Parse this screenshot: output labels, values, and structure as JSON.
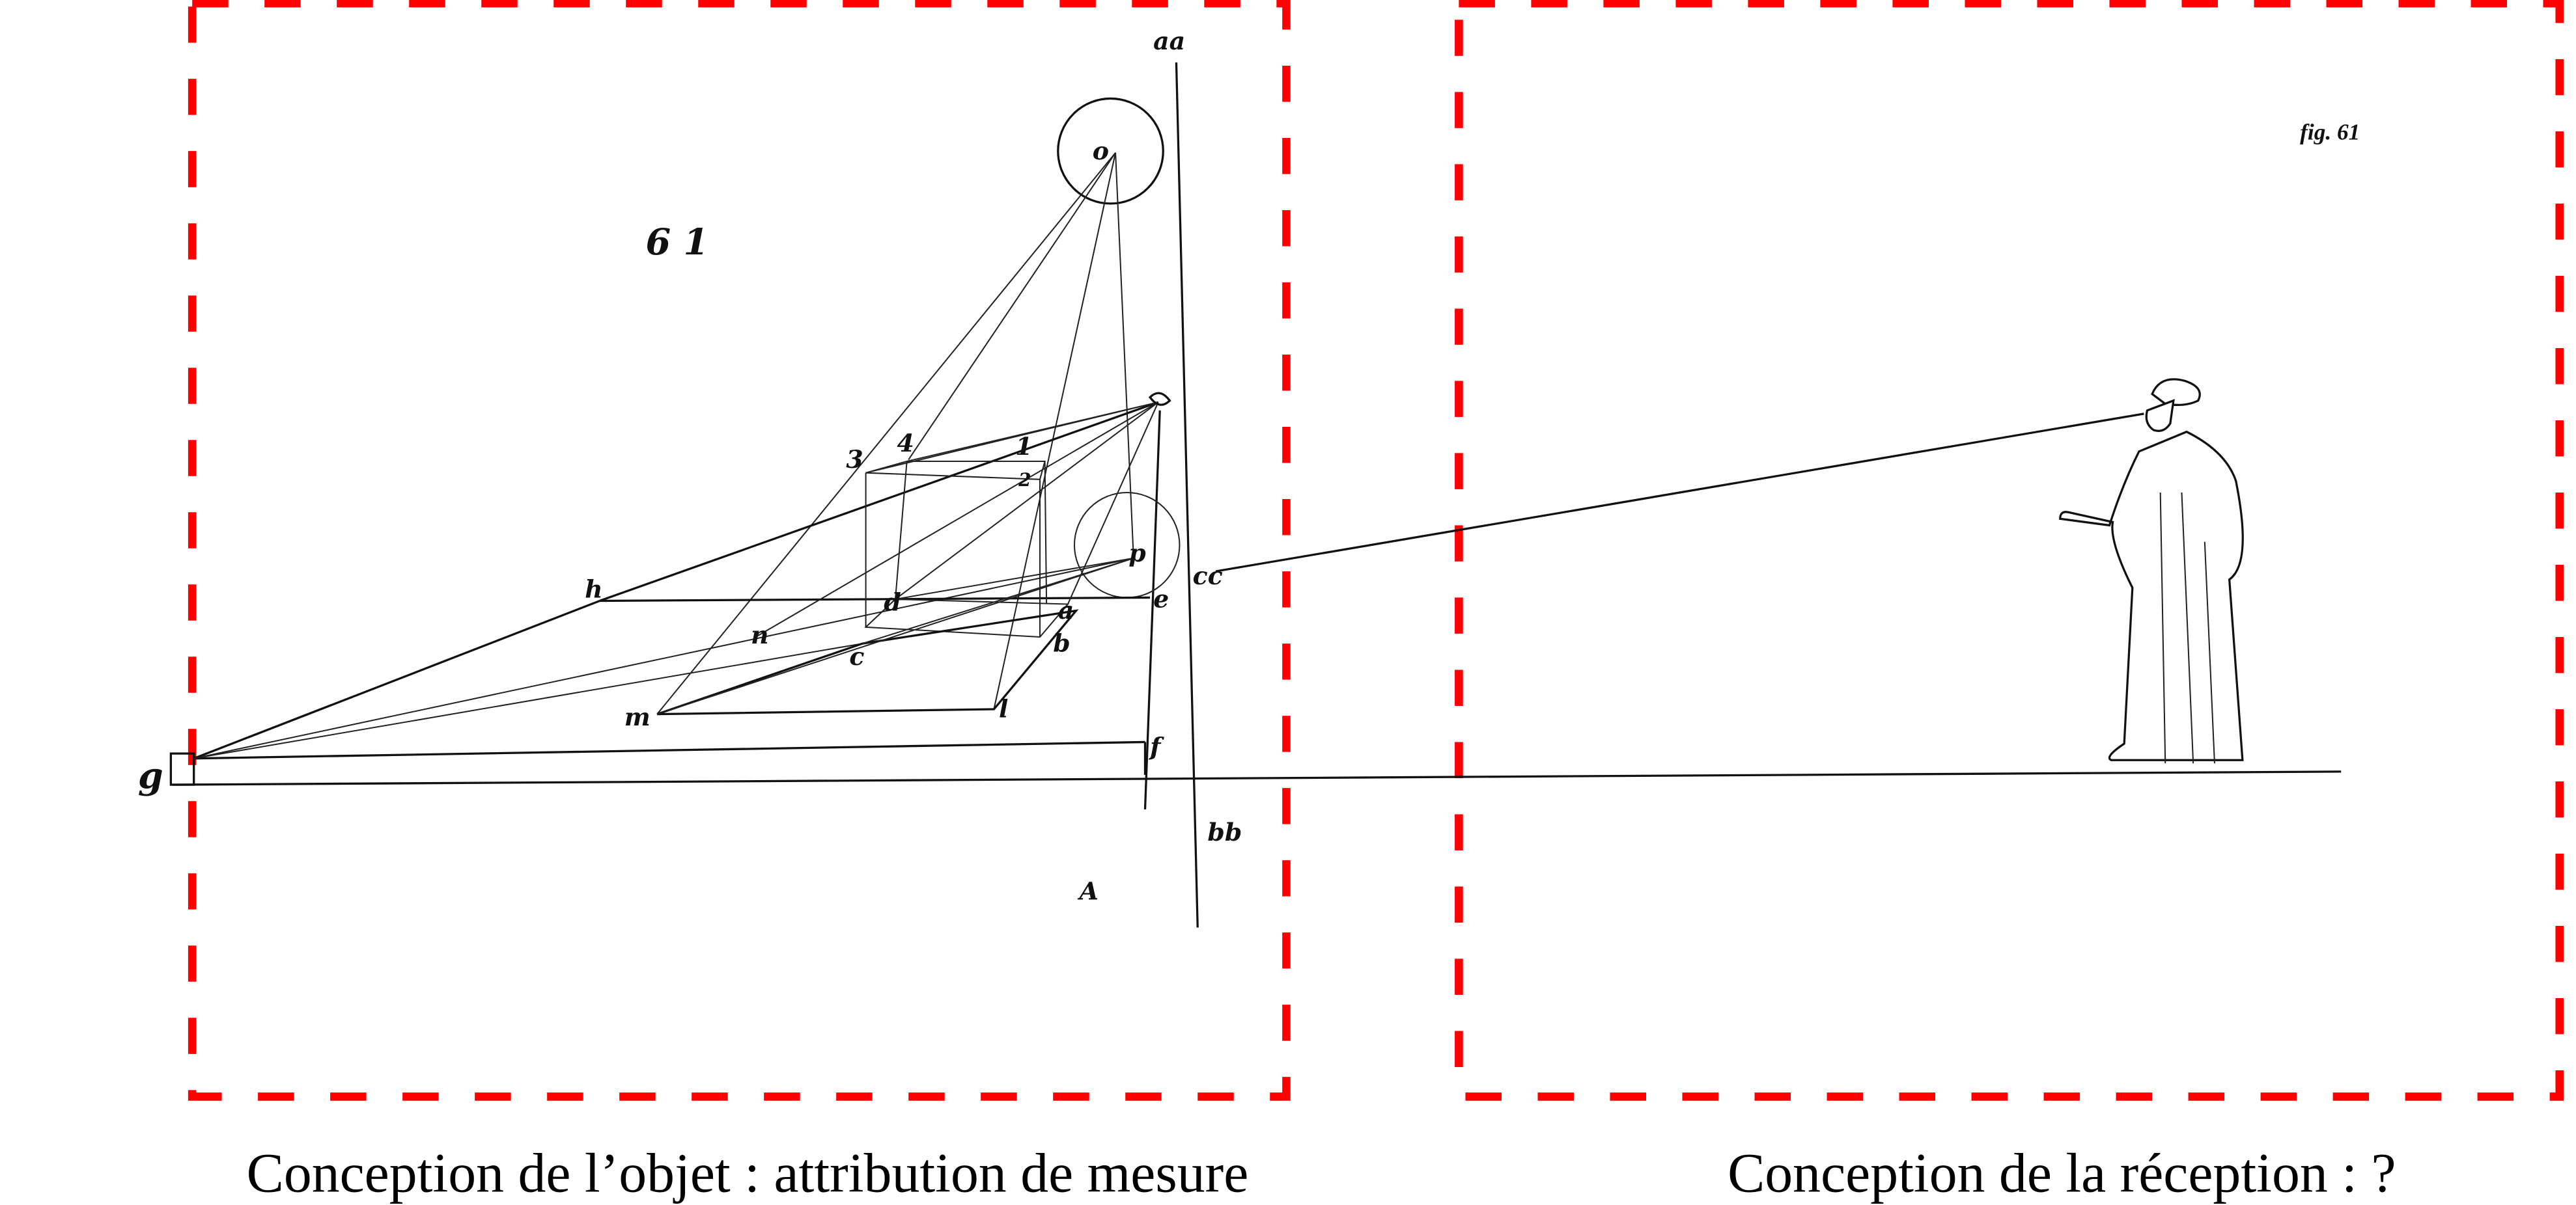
{
  "captions": {
    "left": "Conception de l’objet : attribution de mesure",
    "right": "Conception de la réception : ?"
  },
  "figure_label": "fig. 61",
  "plate_number": "6 1",
  "point_labels": {
    "o": "o",
    "aa": "aa",
    "h": "h",
    "g": "g",
    "m": "m",
    "l": "l",
    "n": "n",
    "c": "c",
    "d": "d",
    "a": "a",
    "b": "b",
    "p": "p",
    "e": "e",
    "cc": "cc",
    "f": "f",
    "bb": "bb",
    "one": "1",
    "two": "2",
    "three": "3",
    "four": "4",
    "A": "A"
  },
  "colors": {
    "frame": "#ff0000",
    "ink": "#111111"
  }
}
